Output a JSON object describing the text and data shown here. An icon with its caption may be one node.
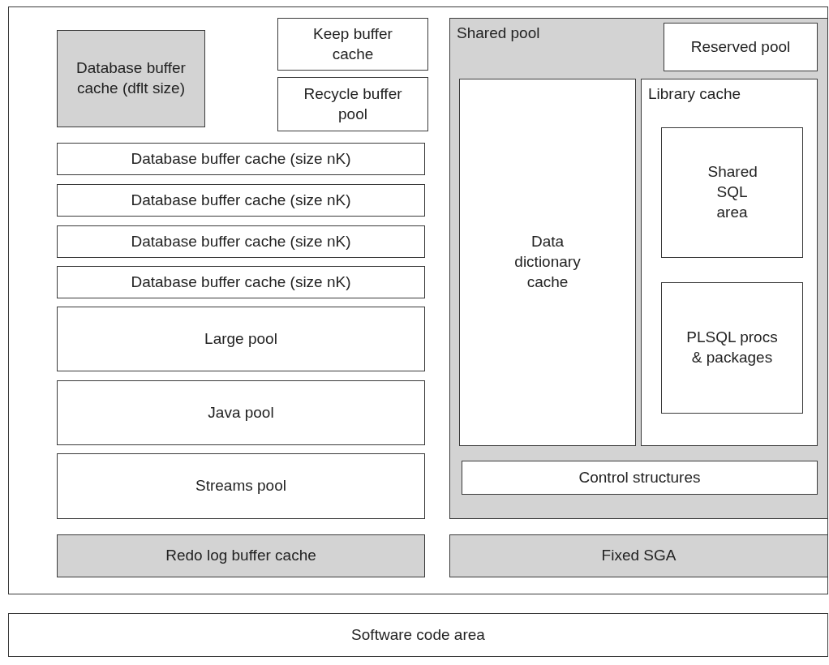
{
  "diagram": {
    "nodes": [
      {
        "text": [],
        "shape": "box"
      },
      {
        "text": [
          "Database buffer cache (dflt size)"
        ],
        "in": 0
      },
      {
        "text": [
          "Keep buffer cache"
        ],
        "in": 0
      },
      {
        "text": [
          "Recycle buffer pool"
        ],
        "in": 0
      },
      {
        "text": [
          "Database buffer cache (size nK)"
        ],
        "in": 0
      },
      {
        "text": [
          "Database buffer cache (size nK)"
        ],
        "in": 0
      },
      {
        "text": [
          "Database buffer cache (size nK)"
        ],
        "in": 0
      },
      {
        "text": [
          "Database buffer cache (size nK)"
        ],
        "in": 0
      },
      {
        "text": [
          "Large pool"
        ],
        "in": 0
      },
      {
        "text": [
          "Java pool"
        ],
        "in": 0
      },
      {
        "text": [
          "Streams pool"
        ],
        "in": 0
      },
      {
        "text": [
          "Redo log buffer cache"
        ],
        "in": 0
      },
      {
        "text": [
          "Shared pool"
        ],
        "in": 0
      },
      {
        "text": [
          "Reserved pool"
        ],
        "in": 12
      },
      {
        "text": [
          "Data dictionary cache"
        ],
        "in": 12
      },
      {
        "text": [
          "Library cache"
        ],
        "in": 12
      },
      {
        "text": [
          "Shared SQL area"
        ],
        "in": 15
      },
      {
        "text": [
          "PLSQL procs & packages"
        ],
        "in": 15
      },
      {
        "text": [
          "Control structures"
        ],
        "in": 12
      },
      {
        "text": [
          "Fixed SGA"
        ],
        "in": 0
      },
      {
        "text": [
          "Software code area"
        ]
      }
    ]
  }
}
